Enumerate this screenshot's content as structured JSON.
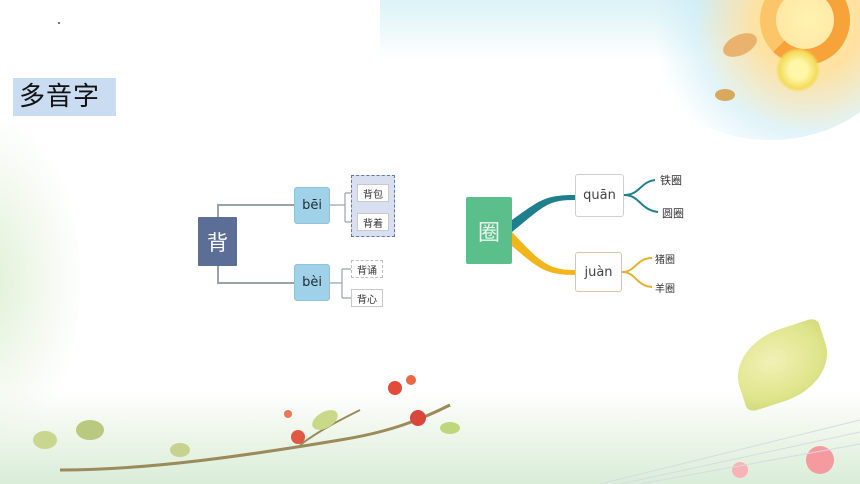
{
  "slide": {
    "title": "多音字"
  },
  "mindmap_bei": {
    "root": "背",
    "branches": [
      {
        "pinyin": "bēi",
        "words": [
          "背包",
          "背着"
        ]
      },
      {
        "pinyin": "bèi",
        "words": [
          "背诵",
          "背心"
        ]
      }
    ]
  },
  "mindmap_quan": {
    "root": "圈",
    "branches": [
      {
        "pinyin": "quān",
        "words": [
          "铁圈",
          "圆圈"
        ]
      },
      {
        "pinyin": "juàn",
        "words": [
          "猪圈",
          "羊圈"
        ]
      }
    ]
  },
  "colors": {
    "bei_root": "#5b6e96",
    "bei_branch": "#9fd1e8",
    "quan_root": "#5bbf8c",
    "quan_branch_top": "#1f7f8c",
    "quan_branch_bottom": "#f2b51c",
    "title_bg": "#c9dcf1"
  }
}
